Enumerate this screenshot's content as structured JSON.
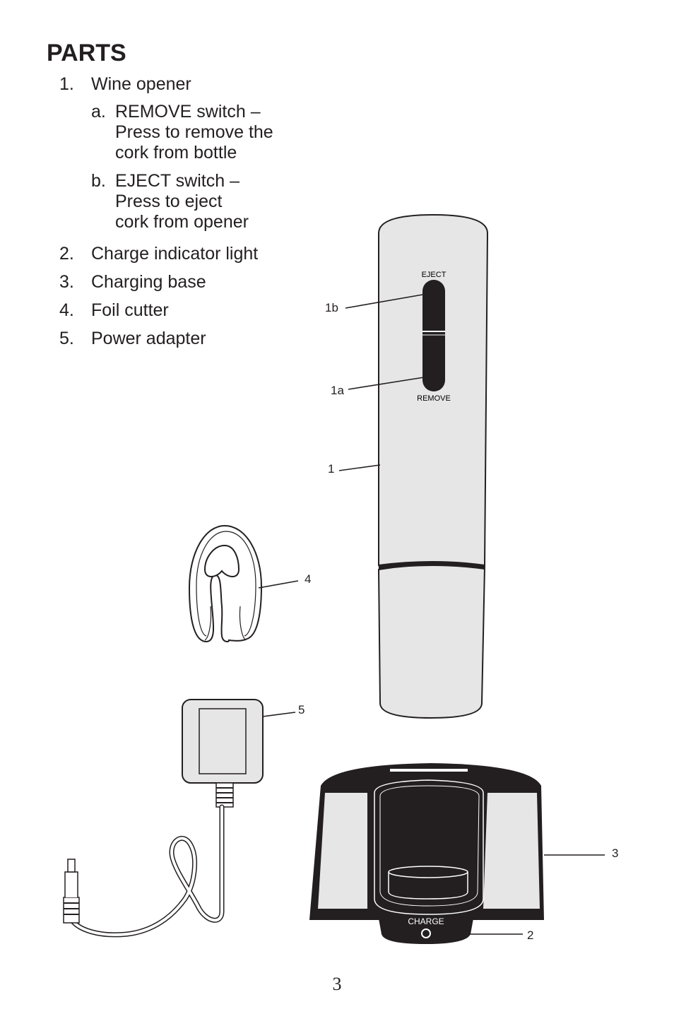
{
  "title": "PARTS",
  "parts": [
    {
      "num": "1.",
      "label": "Wine opener",
      "sub": [
        {
          "letter": "a.",
          "text": "REMOVE switch –\nPress to remove the\ncork from bottle"
        },
        {
          "letter": "b.",
          "text": "EJECT switch –\nPress to eject\ncork from opener"
        }
      ]
    },
    {
      "num": "2.",
      "label": "Charge indicator light"
    },
    {
      "num": "3.",
      "label": "Charging base"
    },
    {
      "num": "4.",
      "label": "Foil cutter"
    },
    {
      "num": "5.",
      "label": "Power adapter"
    }
  ],
  "diagram": {
    "opener": {
      "eject_label": "EJECT",
      "remove_label": "REMOVE"
    },
    "base": {
      "charge_label": "CHARGE"
    },
    "callouts": {
      "c1b": "1b",
      "c1a": "1a",
      "c1": "1",
      "c4": "4",
      "c5": "5",
      "c3": "3",
      "c2": "2"
    }
  },
  "page_number": "3"
}
